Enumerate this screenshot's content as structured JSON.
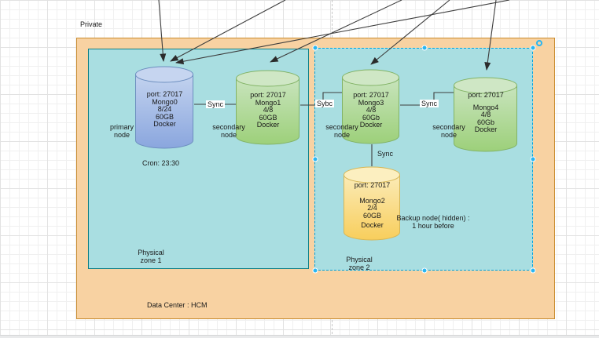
{
  "labels": {
    "private": "Private",
    "data_center": "Data Center : HCM",
    "zone1": "Physical\nzone 1",
    "zone2": "Physical\nzone 2",
    "cron": "Cron: 23:30"
  },
  "nodes": [
    {
      "id": "mongo0",
      "port": "port: 27017",
      "name": "Mongo0",
      "cpu": "8/24",
      "disk": "60GB",
      "runtime": "Docker",
      "role": "primary\nnode",
      "color": "blue"
    },
    {
      "id": "mongo1",
      "port": "port: 27017",
      "name": "Mongo1",
      "cpu": "4/8",
      "disk": "60GB",
      "runtime": "Docker",
      "role": "secondary\nnode",
      "color": "green"
    },
    {
      "id": "mongo3",
      "port": "port: 27017",
      "name": "Mongo3",
      "cpu": "4/8",
      "disk": "60Gb",
      "runtime": "Docker",
      "role": "secondary\nnode",
      "color": "green"
    },
    {
      "id": "mongo4",
      "port": "port: 27017",
      "name": "Mongo4",
      "cpu": "4/8",
      "disk": "60Gb",
      "runtime": "Docker",
      "role": "secondary\nnode",
      "color": "green"
    },
    {
      "id": "mongo2",
      "port": "port: 27017",
      "name": "Mongo2",
      "cpu": "2/4",
      "disk": "60GB",
      "runtime": "Docker",
      "note": "Backup node( hidden) :\n1 hour before",
      "color": "yellow"
    }
  ],
  "edges": {
    "mongo0_mongo1": "Sync",
    "mongo1_mongo3": "Sybc",
    "mongo3_mongo4": "Sync",
    "mongo3_mongo2": "Sync"
  },
  "colors": {
    "datacenter_fill": "#F8D2A2",
    "datacenter_stroke": "#C98B2D",
    "zone_fill": "#A9DEE1",
    "zone_stroke": "#0E8088",
    "selection": "#29B6F2",
    "edge_stroke": "#3d3d3d",
    "node_blue_stroke": "#6C8EBF",
    "node_green_stroke": "#82B366",
    "node_yellow_stroke": "#D6B656"
  }
}
